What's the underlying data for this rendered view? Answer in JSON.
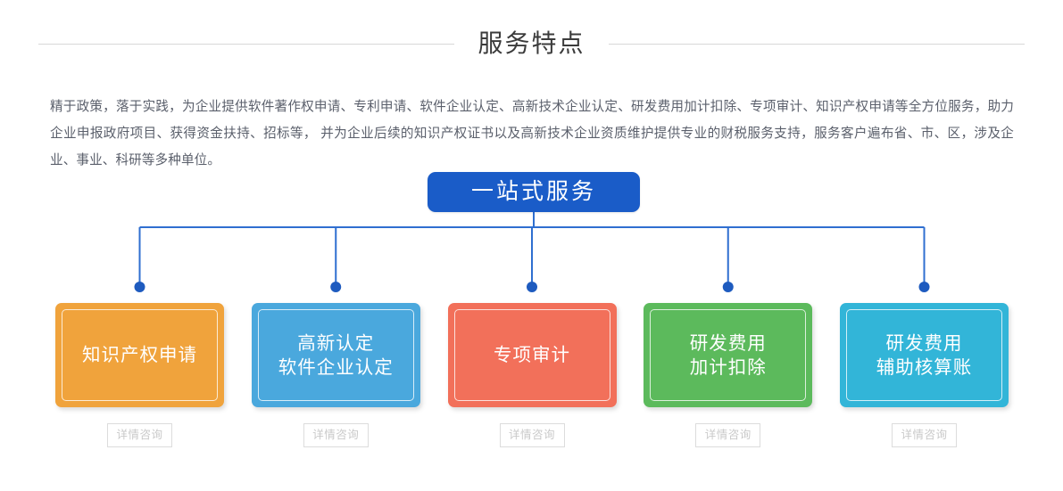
{
  "header": {
    "title": "服务特点",
    "rule_color": "#d8d8d8"
  },
  "intro": {
    "text": "精于政策，落于实践，为企业提供软件著作权申请、专利申请、软件企业认定、高新技术企业认定、研发费用加计扣除、专项审计、知识产权申请等全方位服务，助力企业申报政府项目、获得资金扶持、招标等， 并为企业后续的知识产权证书以及高新技术企业资质维护提供专业的财税服务支持，服务客户遍布省、市、区，涉及企业、事业、科研等多种单位。"
  },
  "hub": {
    "label": "一站式服务",
    "color": "#1a5cc8"
  },
  "connector": {
    "color": "#2f6fd0",
    "dot_color": "#1e5bbf"
  },
  "cards": [
    {
      "lines": [
        "知识产权申请"
      ],
      "color": "#f0a33c",
      "name": "card-ip-application",
      "consult_label": "详情咨询"
    },
    {
      "lines": [
        "高新认定",
        "软件企业认定"
      ],
      "color": "#4aa8dd",
      "name": "card-hightech-software",
      "consult_label": "详情咨询"
    },
    {
      "lines": [
        "专项审计"
      ],
      "color": "#f2705a",
      "name": "card-special-audit",
      "consult_label": "详情咨询"
    },
    {
      "lines": [
        "研发费用",
        "加计扣除"
      ],
      "color": "#5cba5c",
      "name": "card-rd-superdeduction",
      "consult_label": "详情咨询"
    },
    {
      "lines": [
        "研发费用",
        "辅助核算账"
      ],
      "color": "#32b5d8",
      "name": "card-rd-auxiliary-account",
      "consult_label": "详情咨询"
    }
  ]
}
